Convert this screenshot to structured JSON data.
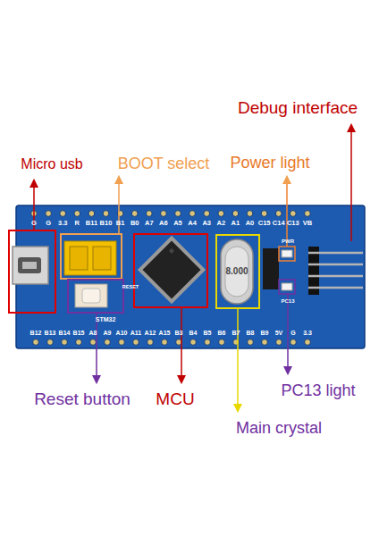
{
  "diagram": {
    "labels": [
      "Debug interface",
      "Micro usb",
      "BOOT select",
      "Power light",
      "G",
      "G",
      "3.3",
      "R",
      "B11",
      "B10",
      "B1",
      "B0",
      "A7",
      "A6",
      "A5",
      "A4",
      "A3",
      "A2",
      "A1",
      "A0",
      "C15",
      "C14",
      "C13",
      "VB",
      "PWR",
      "RESET",
      "8.000",
      "PC13",
      "STM32",
      "B12",
      "B13",
      "B14",
      "B15",
      "A8",
      "A9",
      "A10",
      "A11",
      "A12",
      "A15",
      "B3",
      "B4",
      "B5",
      "B6",
      "B7",
      "B8",
      "B9",
      "5V",
      "G",
      "3.3",
      "Reset button",
      "MCU",
      "PC13 light",
      "Main crystal"
    ]
  }
}
